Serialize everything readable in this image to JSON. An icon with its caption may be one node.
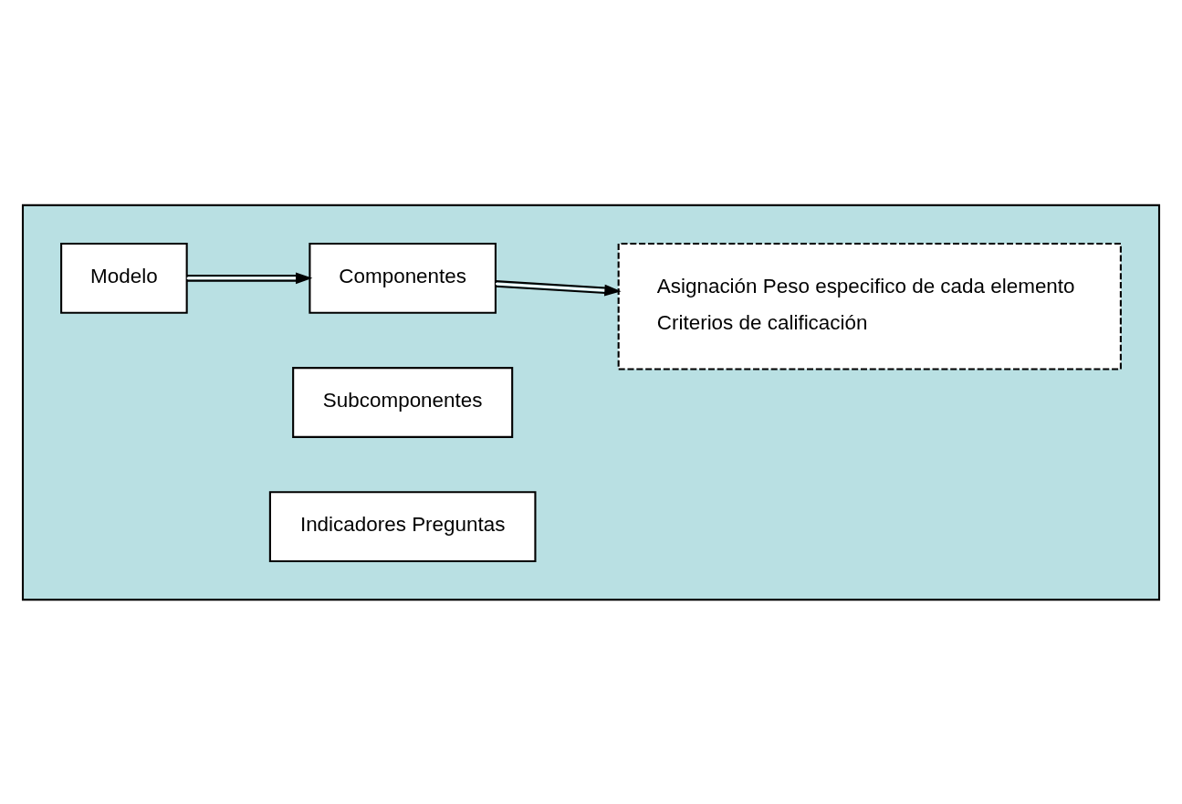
{
  "diagram": {
    "nodes": [
      {
        "text": [],
        "shape": "box"
      },
      {
        "text": [
          "Modelo"
        ],
        "in": 0
      },
      {
        "text": [
          "Componentes"
        ],
        "in": 0
      },
      {
        "text": [
          "Asignación Peso especifico de cada elemento",
          "Criterios de calificación"
        ],
        "in": 0
      },
      {
        "text": [
          "Subcomponentes"
        ],
        "in": 0
      },
      {
        "text": [
          "Indicadores Preguntas"
        ],
        "in": 0
      }
    ],
    "edges": [
      {
        "from": 1,
        "to": 2,
        "arrow": "to"
      },
      {
        "from": 2,
        "to": 3,
        "arrow": "to"
      }
    ]
  }
}
